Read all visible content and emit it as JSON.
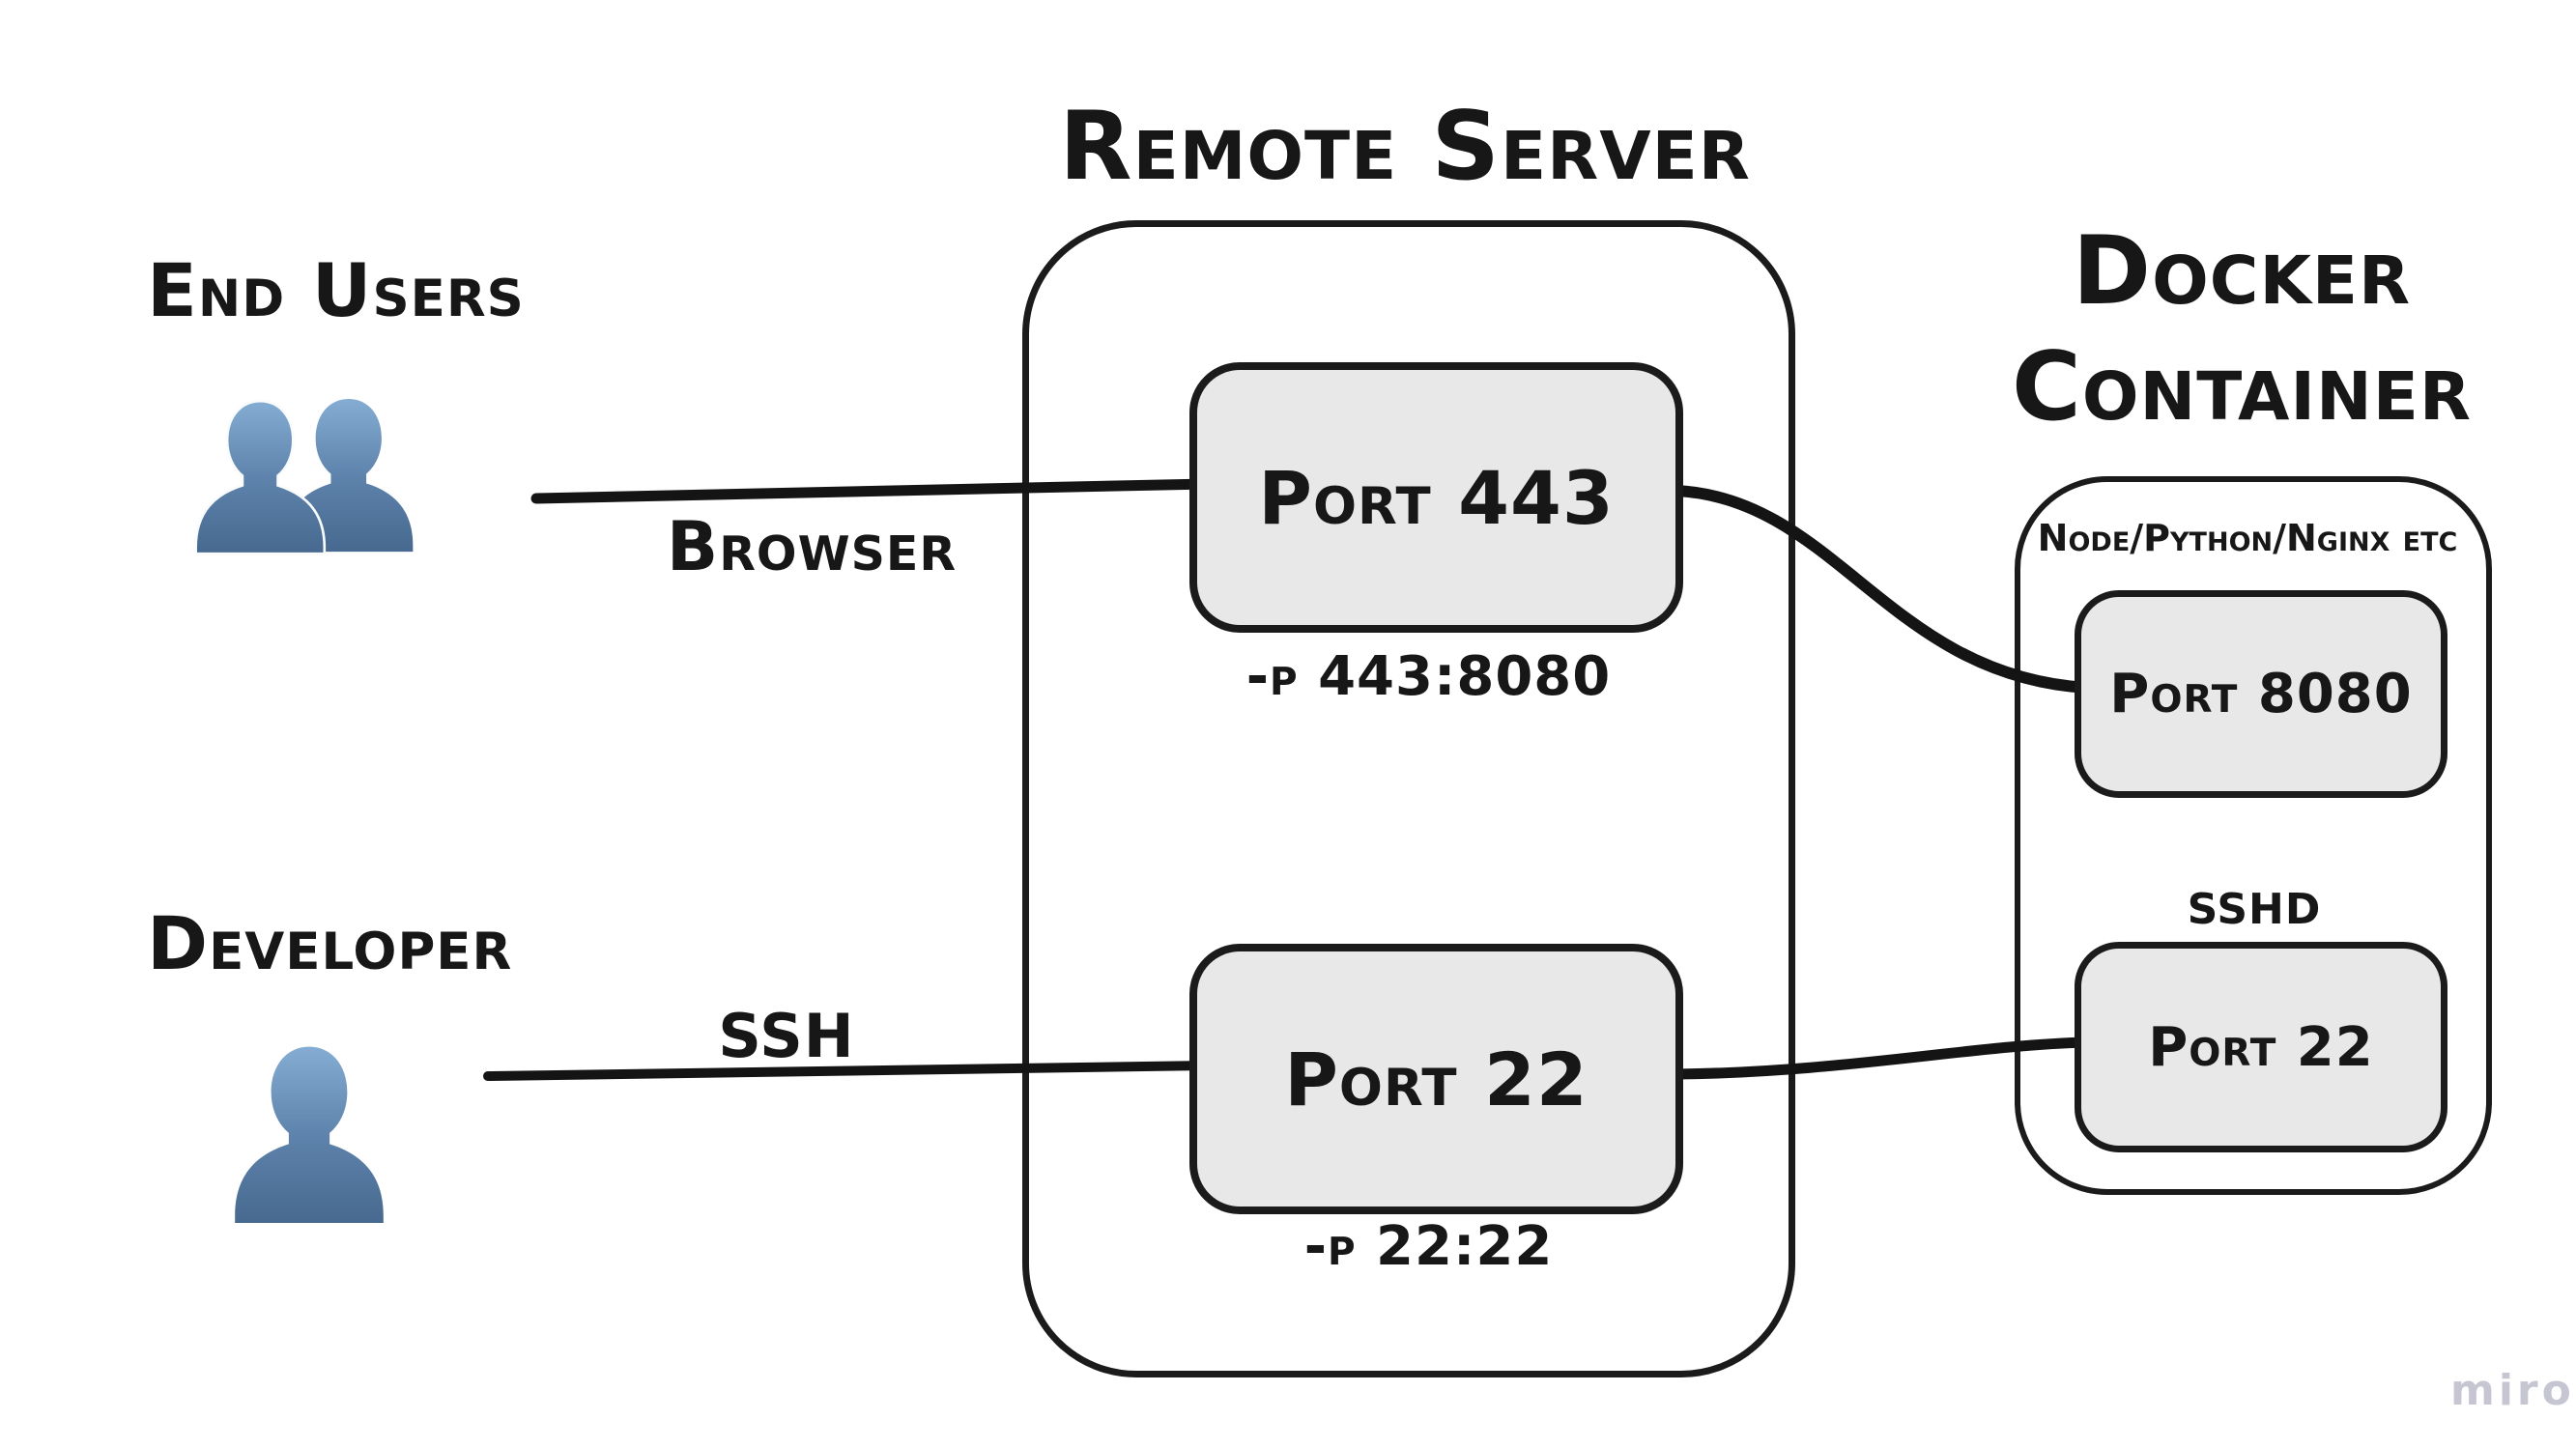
{
  "actors": {
    "end_users_label": "End Users",
    "developer_label": "Developer"
  },
  "connections": {
    "browser_label": "Browser",
    "ssh_label": "SSH"
  },
  "remote_server": {
    "title": "Remote Server",
    "port_443": {
      "label": "Port 443",
      "mapping": "-p 443:8080"
    },
    "port_22": {
      "label": "Port 22",
      "mapping": "-p 22:22"
    }
  },
  "docker": {
    "title": "Docker Container",
    "stack_label": "Node/Python/Nginx etc",
    "port_8080": {
      "label": "Port 8080"
    },
    "port_22": {
      "daemon_label": "SSHD",
      "label": "Port 22"
    }
  },
  "watermark": "miro",
  "colors": {
    "ink": "#171717",
    "box_fill": "#e8e8e8",
    "person_blue_top": "#7fa8ce",
    "person_blue_bottom": "#47698f",
    "watermark_gray": "#c6c6d2"
  }
}
